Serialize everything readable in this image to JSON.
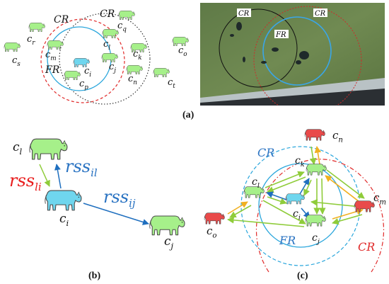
{
  "colors": {
    "green_cow": "#a6f08a",
    "blue_cow": "#6fd6ee",
    "red_cow": "#e94a4a",
    "cr_red": "#e02a2a",
    "cr_black": "#222222",
    "fr_blue": "#2aa6dc",
    "arrow_blue": "#1f6fbf",
    "arrow_green": "#8fcc3a",
    "arrow_orange": "#f0b020",
    "rss_red": "#e81c1c",
    "label_blue": "#2a73c2"
  },
  "icons": {
    "cow": "cow-icon"
  },
  "panel_a": {
    "caption": "(a)",
    "region_labels": {
      "cr_red": "CR",
      "cr_black": "CR",
      "fr": "FR"
    },
    "cows": [
      "c_r",
      "c_m",
      "c_q",
      "c_l",
      "c_k",
      "c_o",
      "c_s",
      "c_i",
      "c_j",
      "c_p",
      "c_n",
      "c_t"
    ],
    "cow_labels": {
      "c_s": {
        "base": "c",
        "sub": "s"
      },
      "c_r": {
        "base": "c",
        "sub": "r"
      },
      "c_m": {
        "base": "c",
        "sub": "m"
      },
      "c_q": {
        "base": "c",
        "sub": "q"
      },
      "c_l": {
        "base": "c",
        "sub": "l"
      },
      "c_k": {
        "base": "c",
        "sub": "k"
      },
      "c_o": {
        "base": "c",
        "sub": "o"
      },
      "c_i": {
        "base": "c",
        "sub": "i"
      },
      "c_j": {
        "base": "c",
        "sub": "j"
      },
      "c_p": {
        "base": "c",
        "sub": "p"
      },
      "c_n": {
        "base": "c",
        "sub": "n"
      },
      "c_t": {
        "base": "c",
        "sub": "t"
      }
    },
    "photo_labels": {
      "cr_left": "CR",
      "cr_right": "CR",
      "fr": "FR"
    }
  },
  "panel_b": {
    "caption": "(b)",
    "cow_labels": {
      "c_l": {
        "base": "c",
        "sub": "l"
      },
      "c_i": {
        "base": "c",
        "sub": "i"
      },
      "c_j": {
        "base": "c",
        "sub": "j"
      }
    },
    "edges": {
      "rss_li": {
        "base": "rss",
        "sub": "li"
      },
      "rss_il": {
        "base": "rss",
        "sub": "il"
      },
      "rss_ij": {
        "base": "rss",
        "sub": "ij"
      }
    }
  },
  "panel_c": {
    "caption": "(c)",
    "region_labels": {
      "cr_blue": "CR",
      "cr_red": "CR",
      "fr": "FR"
    },
    "cow_labels": {
      "c_n": {
        "base": "c",
        "sub": "n"
      },
      "c_k": {
        "base": "c",
        "sub": "k"
      },
      "c_l": {
        "base": "c",
        "sub": "l"
      },
      "c_m": {
        "base": "c",
        "sub": "m"
      },
      "c_i": {
        "base": "c",
        "sub": "i"
      },
      "c_o": {
        "base": "c",
        "sub": "o"
      },
      "c_j": {
        "base": "c",
        "sub": "j"
      }
    }
  }
}
